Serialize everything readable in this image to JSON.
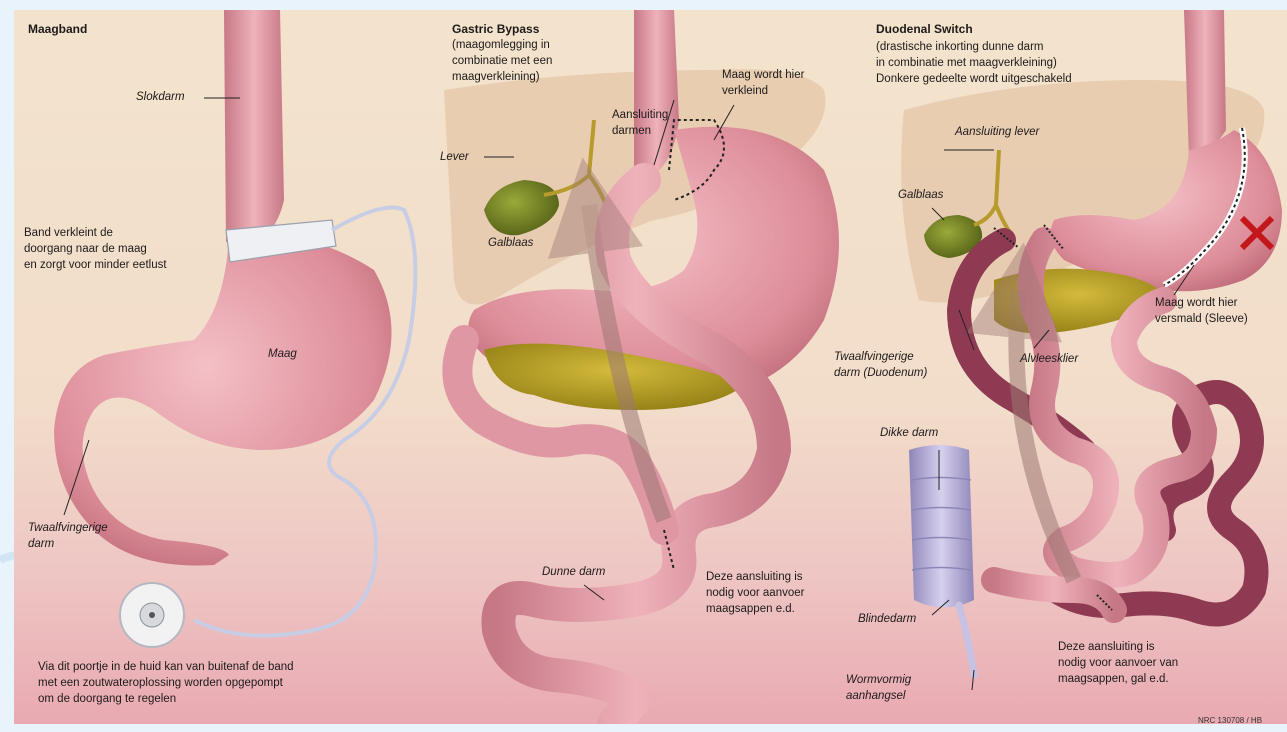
{
  "panels": {
    "maagband": {
      "title": "Maagband",
      "labels": {
        "slokdarm": "Slokdarm",
        "band_1": "Band verkleint de",
        "band_2": "doorgang naar de maag",
        "band_3": "en zorgt voor minder eetlust",
        "maag": "Maag",
        "twaalf_1": "Twaalfvingerige",
        "twaalf_2": "darm",
        "poort_1": "Via dit poortje in de huid kan van buitenaf de band",
        "poort_2": "met een zoutwateroplossing worden opgepompt",
        "poort_3": "om de doorgang te regelen"
      }
    },
    "gastric_bypass": {
      "title": "Gastric Bypass",
      "subtitle_1": "(maagomlegging in",
      "subtitle_2": "combinatie met een",
      "subtitle_3": "maagverkleining)",
      "labels": {
        "verkleind_1": "Maag wordt hier",
        "verkleind_2": "verkleind",
        "aansluiting_1": "Aansluiting",
        "aansluiting_2": "darmen",
        "lever": "Lever",
        "galblaas": "Galblaas",
        "dunne_darm": "Dunne darm",
        "deze_1": "Deze aansluiting is",
        "deze_2": "nodig voor aanvoer",
        "deze_3": "maagsappen e.d."
      }
    },
    "duodenal_switch": {
      "title": "Duodenal Switch",
      "subtitle_1": "(drastische inkorting dunne darm",
      "subtitle_2": "in combinatie met maagverkleining)",
      "subtitle_3": "Donkere gedeelte wordt uitgeschakeld",
      "labels": {
        "aansluiting_lever": "Aansluiting lever",
        "galblaas": "Galblaas",
        "versmald_1": "Maag wordt hier",
        "versmald_2": "versmald (Sleeve)",
        "twaalf_1": "Twaalfvingerige",
        "twaalf_2": "darm (Duodenum)",
        "alvlees": "Alvleesklier",
        "dikke_darm": "Dikke darm",
        "blindedarm": "Blindedarm",
        "worm_1": "Wormvormig",
        "worm_2": "aanhangsel",
        "deze_1": "Deze aansluiting is",
        "deze_2": "nodig voor aanvoer van",
        "deze_3": "maagsappen, gal e.d."
      }
    }
  },
  "credit": "NRC 130708 / HB",
  "colors": {
    "tissue": "#e3959f",
    "tissue_light": "#f0b9bf",
    "tissue_dark": "#bf6f7c",
    "bypassed": "#8e3a52",
    "liver": "#e0c3a7",
    "pancreas": "#b19a1e",
    "gallbladder": "#6b7b22",
    "arrow": "#9d7873",
    "colon": "#b7acd6",
    "sleeve_cut": "#c4171b"
  },
  "icons": [
    "cut-mark-x-icon",
    "flow-arrow-icon",
    "suture-line-icon"
  ]
}
